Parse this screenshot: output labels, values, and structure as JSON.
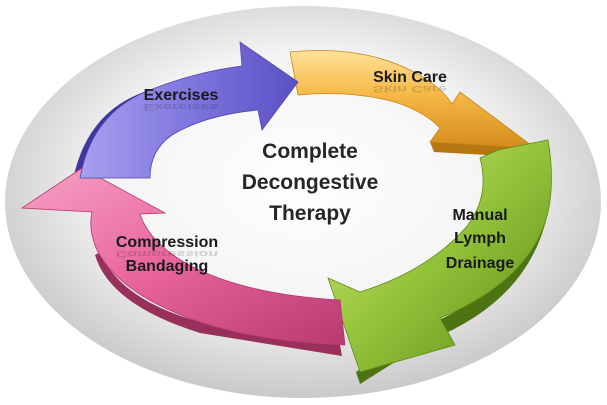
{
  "center": {
    "lines": [
      "Complete",
      "Decongestive",
      "Therapy"
    ]
  },
  "steps": [
    {
      "id": "skin-care",
      "lines": [
        "Skin Care"
      ],
      "color": "#f2b13c",
      "color_light": "#fddc8a",
      "color_dark": "#c9861a"
    },
    {
      "id": "manual-lymph-drainage",
      "lines": [
        "Manual",
        "Lymph",
        "Drainage"
      ],
      "color": "#8fbd33",
      "color_light": "#c9e46e",
      "color_dark": "#5d8a16"
    },
    {
      "id": "compression-bandaging",
      "lines": [
        "Compression",
        "Bandaging"
      ],
      "color": "#e8629a",
      "color_light": "#f7a6c8",
      "color_dark": "#b33a6e"
    },
    {
      "id": "exercises",
      "lines": [
        "Exercises"
      ],
      "color": "#7b72dc",
      "color_light": "#b0aaf0",
      "color_dark": "#4f46b0"
    }
  ],
  "colors": {
    "ellipse_light": "#ffffff",
    "ellipse_dark": "#c8c8c8"
  }
}
